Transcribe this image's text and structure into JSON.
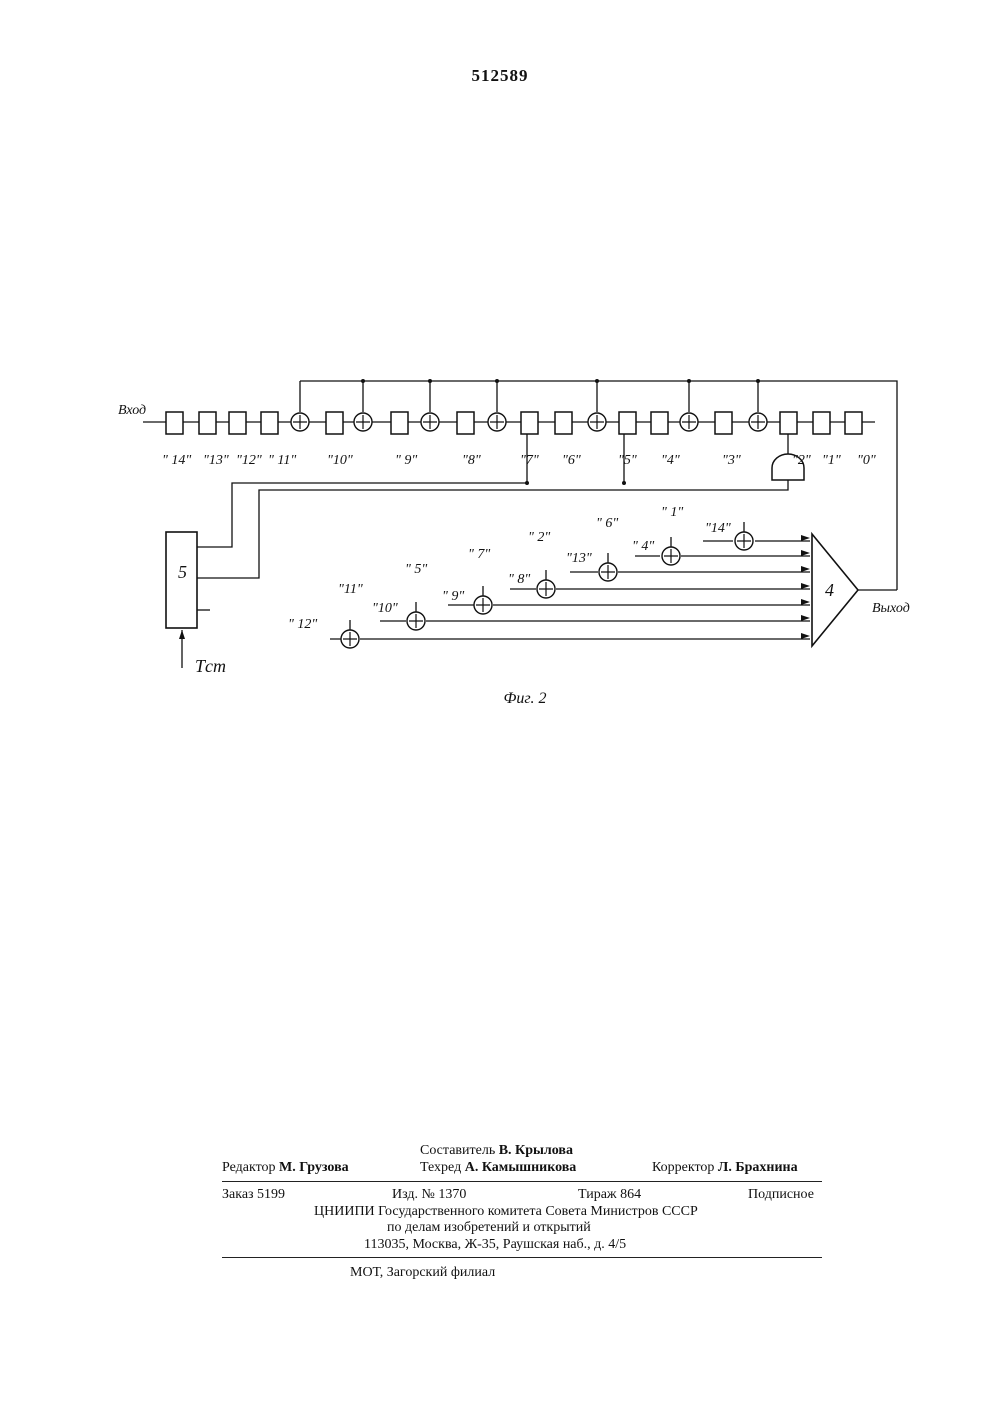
{
  "header": {
    "patent_number": "512589"
  },
  "figure": {
    "caption": "Фиг. 2",
    "input_label": "Вход",
    "output_label": "Выход",
    "clock_label": "Tст",
    "control_block": "5",
    "adder_block": "4",
    "register_taps": [
      "\" 14\"",
      "\"13\"",
      "\"12\"",
      "\" 11\"",
      "\"10\"",
      "\" 9\"",
      "\"8\"",
      "\"7\"",
      "\"6\"",
      "\"5\"",
      "\"4\"",
      "\"3\"",
      "\"2\"",
      "\"1\"",
      "\"0\""
    ],
    "check_inputs": [
      "\" 12\"",
      "\"11\"",
      "\"10\"",
      "\" 5\"",
      "\" 9\"",
      "\" 7\"",
      "\" 8\"",
      "\" 2\"",
      "\"13\"",
      "\" 6\"",
      "\" 4\"",
      "\" 1\"",
      "\"14\""
    ]
  },
  "imprint": {
    "compiler_label": "Составитель",
    "compiler_name": "В. Крылова",
    "editor_label": "Редактор",
    "editor_name": "М. Грузова",
    "techred_label": "Техред",
    "techred_name": "А. Камышникова",
    "corrector_label": "Корректор",
    "corrector_name": "Л. Брахнина",
    "order": "Заказ 5199",
    "edition": "Изд. № 1370",
    "circulation": "Тираж 864",
    "subscription": "Подписное",
    "institute": "ЦНИИПИ Государственного комитета Совета Министров СССР",
    "institute_line2": "по делам изобретений и открытий",
    "address": "113035, Москва, Ж-35, Раушская наб., д. 4/5",
    "printer": "МОТ, Загорский филиал"
  }
}
